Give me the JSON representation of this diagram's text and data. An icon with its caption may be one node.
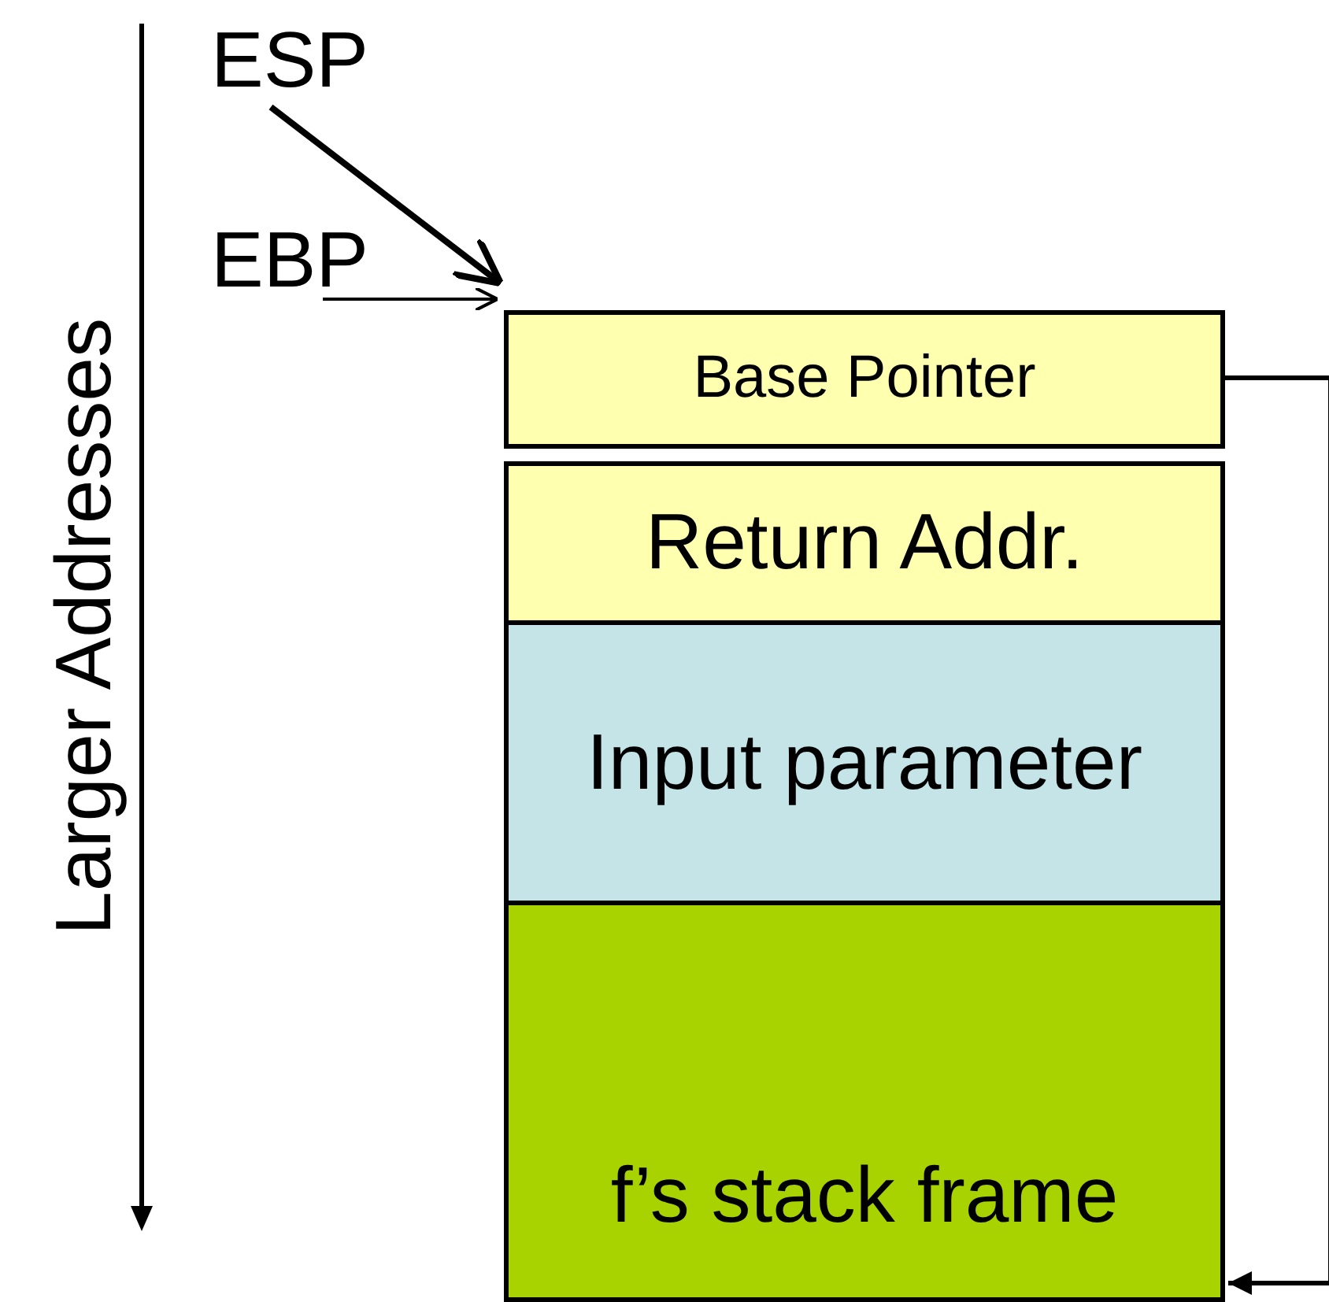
{
  "diagram": {
    "nodes": [
      {
        "text": [
          "ESP"
        ]
      },
      {
        "text": [
          "EBP"
        ]
      },
      {
        "text": [
          "Base Pointer"
        ]
      },
      {
        "text": [
          "Return Addr."
        ]
      },
      {
        "text": [
          "Input parameter"
        ]
      },
      {
        "text": [
          "f’s stack frame"
        ]
      }
    ],
    "edges": [
      {
        "from": 0,
        "to": 2,
        "arrow": "to"
      },
      {
        "from": 1,
        "to": 2,
        "arrow": "to"
      },
      {
        "from": 2,
        "to": 5,
        "arrow": "to"
      }
    ],
    "labels": [
      "Larger Addresses"
    ]
  }
}
